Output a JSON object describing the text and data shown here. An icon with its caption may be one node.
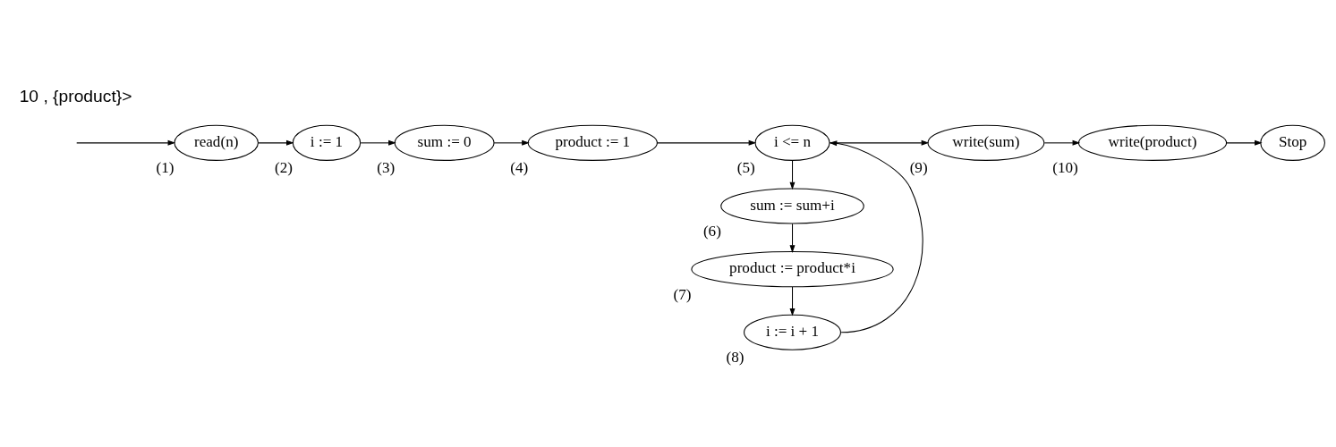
{
  "diagram": {
    "nodes": [
      {
        "text": [
          "read(n)"
        ],
        "beside": [
          "(1)"
        ]
      },
      {
        "text": [
          "i := 1"
        ],
        "beside": [
          "(2)"
        ]
      },
      {
        "text": [
          "sum := 0"
        ],
        "beside": [
          "(3)"
        ]
      },
      {
        "text": [
          "product := 1"
        ],
        "beside": [
          "(4)"
        ]
      },
      {
        "text": [
          "i <= n"
        ],
        "beside": [
          "(5)"
        ]
      },
      {
        "text": [
          "sum := sum+i"
        ],
        "beside": [
          "(6)"
        ]
      },
      {
        "text": [
          "product := product*i"
        ],
        "beside": [
          "(7)"
        ]
      },
      {
        "text": [
          "i := i + 1"
        ],
        "beside": [
          "(8)"
        ]
      },
      {
        "text": [
          "write(sum)"
        ],
        "beside": [
          "(9)"
        ]
      },
      {
        "text": [
          "write(product)"
        ],
        "beside": [
          "(10)"
        ]
      },
      {
        "text": [
          "Stop"
        ]
      }
    ],
    "edges": [
      {
        "from": null,
        "to": 0,
        "arrow": "to"
      },
      {
        "from": 0,
        "to": 1,
        "arrow": "to"
      },
      {
        "from": 1,
        "to": 2,
        "arrow": "to"
      },
      {
        "from": 2,
        "to": 3,
        "arrow": "to"
      },
      {
        "from": 3,
        "to": 4,
        "arrow": "to"
      },
      {
        "from": 4,
        "to": 5,
        "arrow": "to"
      },
      {
        "from": 5,
        "to": 6,
        "arrow": "to"
      },
      {
        "from": 6,
        "to": 7,
        "arrow": "to"
      },
      {
        "from": 7,
        "to": 4,
        "arrow": "to"
      },
      {
        "from": 4,
        "to": 8,
        "arrow": "to"
      },
      {
        "from": 8,
        "to": 9,
        "arrow": "to"
      },
      {
        "from": 9,
        "to": 10,
        "arrow": "to"
      }
    ],
    "labels": [
      "10 , {product}>"
    ]
  }
}
